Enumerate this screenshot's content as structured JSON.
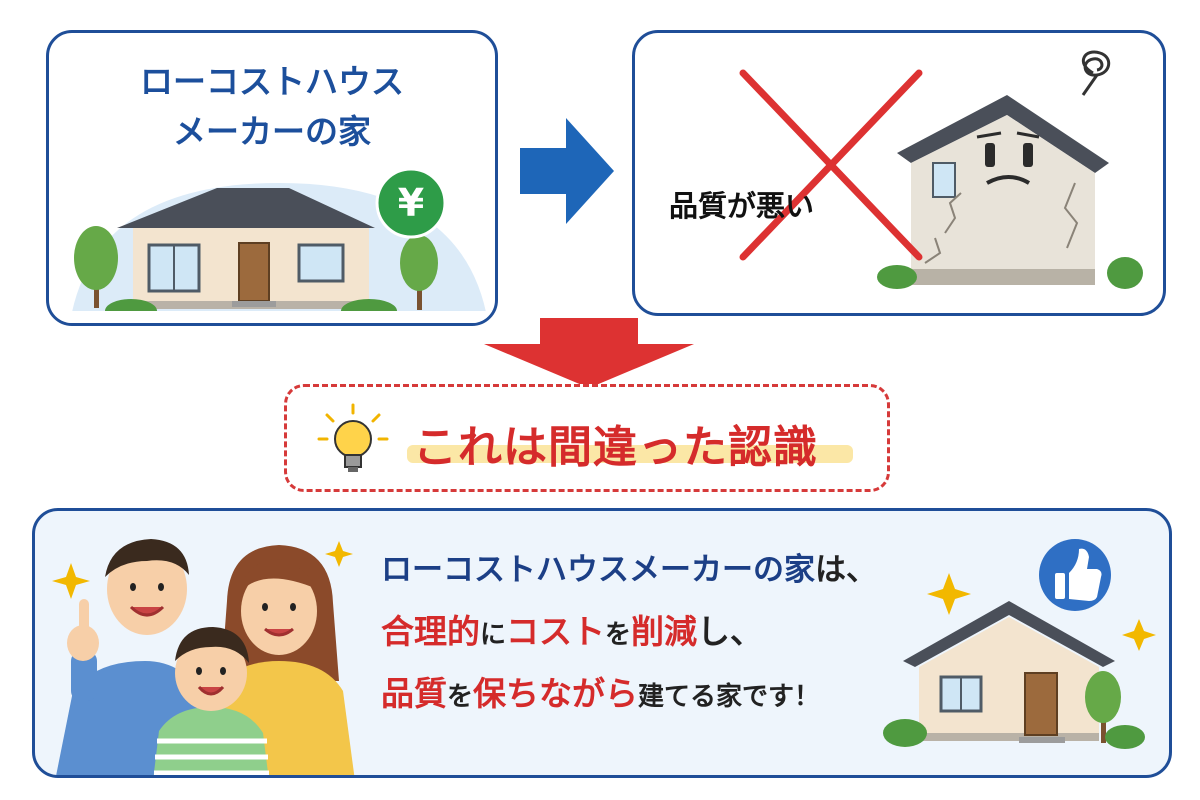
{
  "top_left": {
    "title_line1": "ローコストハウス",
    "title_line2": "メーカーの家",
    "yen_symbol": "¥",
    "icons": [
      "house-icon",
      "yen-coin-icon",
      "tree-icon",
      "cloud-icon"
    ]
  },
  "top_right": {
    "label": "品質が悪い",
    "icons": [
      "cross-mark-icon",
      "damaged-house-icon",
      "worry-scribble-icon"
    ]
  },
  "callout": {
    "text": "これは間違った認識",
    "icon": "lightbulb-icon"
  },
  "bottom": {
    "line1_a": "ローコストハウスメーカーの家",
    "line1_b": "は、",
    "line2_a": "合理的",
    "line2_b": "に",
    "line2_c": "コスト",
    "line2_d": "を",
    "line2_e": "削減",
    "line2_f": "し、",
    "line3_a": "品質",
    "line3_b": "を",
    "line3_c": "保ち",
    "line3_d": "ながら",
    "line3_e": "建てる家です！",
    "icons": [
      "family-illustration",
      "thumbs-up-icon",
      "house-icon",
      "sparkle-icon"
    ]
  },
  "colors": {
    "navy": "#1c3f86",
    "red": "#d52b2b",
    "blue_arrow": "#1e66b8",
    "red_arrow": "#dd3232",
    "green": "#2e9c48"
  }
}
